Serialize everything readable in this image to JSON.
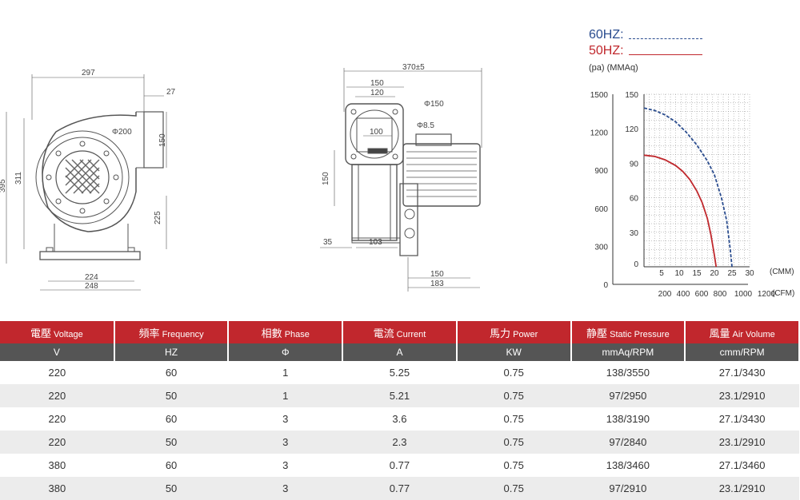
{
  "drawing": {
    "front_dims": {
      "width_top": "297",
      "flange": "27",
      "dia": "Φ200",
      "outlet_h": "150",
      "total_h": "395",
      "body_h": "311",
      "axis_h": "225",
      "base_inner": "224",
      "base_outer": "248"
    },
    "side_dims": {
      "total_w": "370±5",
      "flange_outer": "150",
      "flange_inner": "120",
      "flange_dia": "Φ150",
      "inner_w": "100",
      "hole": "Φ8.5",
      "side_h": "150",
      "offset": "35",
      "base_w": "103",
      "motor_base": "150",
      "motor_base_outer": "183"
    }
  },
  "legend": {
    "hz60": "60HZ:",
    "hz50": "50HZ:",
    "units": "(pa) (MMAq)"
  },
  "chart_data": {
    "type": "line",
    "x_cmm_ticks": [
      "5",
      "10",
      "15",
      "20",
      "25",
      "30"
    ],
    "x_cmm_unit": "(CMM)",
    "x_cfm_ticks": [
      "200",
      "400",
      "600",
      "800",
      "1000",
      "1200"
    ],
    "x_cfm_unit": "(CFM)",
    "y_pa_ticks": [
      "0",
      "300",
      "600",
      "900",
      "1200",
      "1500"
    ],
    "y_mmaq_ticks": [
      "0",
      "30",
      "60",
      "90",
      "120",
      "150"
    ],
    "xlim": [
      0,
      30
    ],
    "ylim": [
      0,
      150
    ],
    "series": [
      {
        "name": "60HZ",
        "color": "#2b4d8f",
        "style": "dashed",
        "x": [
          0,
          3,
          6,
          9,
          12,
          15,
          18,
          20,
          22,
          23.5,
          24.5,
          25
        ],
        "y": [
          138,
          136,
          132,
          126,
          117,
          106,
          92,
          80,
          60,
          40,
          15,
          0
        ]
      },
      {
        "name": "50HZ",
        "color": "#c0282d",
        "style": "solid",
        "x": [
          0,
          3,
          6,
          9,
          11,
          13,
          15,
          16.5,
          18,
          19,
          20,
          20.5
        ],
        "y": [
          97,
          96,
          93,
          88,
          83,
          76,
          66,
          56,
          42,
          28,
          10,
          0
        ]
      }
    ],
    "grid": true
  },
  "table": {
    "headers": [
      {
        "zh": "電壓",
        "en": "Voltage"
      },
      {
        "zh": "頻率",
        "en": "Frequency"
      },
      {
        "zh": "相數",
        "en": "Phase"
      },
      {
        "zh": "電流",
        "en": "Current"
      },
      {
        "zh": "馬力",
        "en": "Power"
      },
      {
        "zh": "静壓",
        "en": "Static Pressure"
      },
      {
        "zh": "風量",
        "en": "Air Volume"
      }
    ],
    "units": [
      "V",
      "HZ",
      "Φ",
      "A",
      "KW",
      "mmAq/RPM",
      "cmm/RPM"
    ],
    "rows": [
      [
        "220",
        "60",
        "1",
        "5.25",
        "0.75",
        "138/3550",
        "27.1/3430"
      ],
      [
        "220",
        "50",
        "1",
        "5.21",
        "0.75",
        "97/2950",
        "23.1/2910"
      ],
      [
        "220",
        "60",
        "3",
        "3.6",
        "0.75",
        "138/3190",
        "27.1/3430"
      ],
      [
        "220",
        "50",
        "3",
        "2.3",
        "0.75",
        "97/2840",
        "23.1/2910"
      ],
      [
        "380",
        "60",
        "3",
        "0.77",
        "0.75",
        "138/3460",
        "27.1/3460"
      ],
      [
        "380",
        "50",
        "3",
        "0.77",
        "0.75",
        "97/2910",
        "23.1/2910"
      ]
    ]
  }
}
